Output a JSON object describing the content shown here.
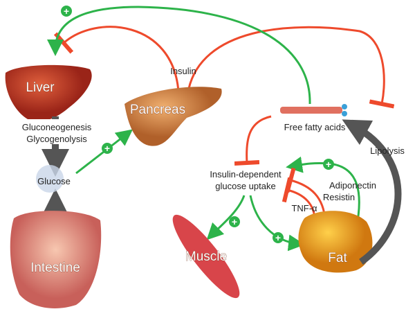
{
  "organs": {
    "liver": "Liver",
    "pancreas": "Pancreas",
    "glucose": "Glucose",
    "intestine": "Intestine",
    "muscle": "Muscle",
    "fat": "Fat"
  },
  "labels": {
    "insulin": "Insulin",
    "gluconeogenesis": "Gluconeogenesis",
    "glycogenolysis": "Glycogenolysis",
    "free_fatty_acids": "Free fatty acids",
    "lipolysis": "Lipolysis",
    "uptake_line1": "Insulin-dependent",
    "uptake_line2": "glucose uptake",
    "adiponectin": "Adiponectin",
    "resistin": "Resistin",
    "tnf": "TNF-α"
  },
  "plus_sign": "+",
  "colors": {
    "activation": "#2db34a",
    "inhibition": "#ee4a2c",
    "flow": "#555555",
    "liver": "#c8402a",
    "pancreas": "#d98a3c",
    "fat": "#f0a21c",
    "muscle": "#d8454a",
    "intestine": "#e7a58a"
  }
}
